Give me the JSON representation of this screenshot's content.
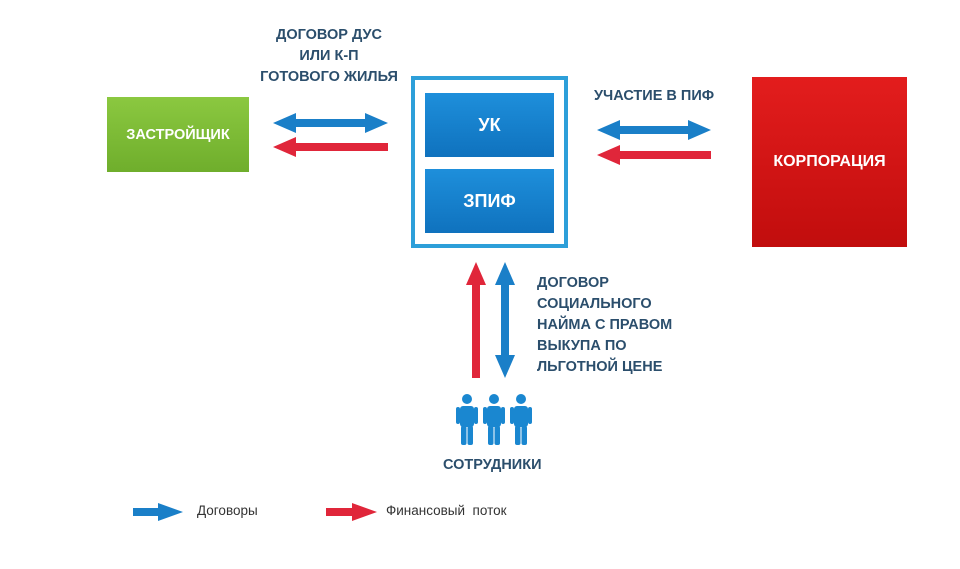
{
  "nodes": {
    "developer": "ЗАСТРОЙЩИК",
    "management_company": "УК",
    "fund": "ЗПИФ",
    "corporation": "КОРПОРАЦИЯ",
    "employees": "СОТРУДНИКИ"
  },
  "edges": {
    "developer_contract": [
      "ДОГОВОР ДУС",
      "ИЛИ К-П",
      "ГОТОВОГО ЖИЛЬЯ"
    ],
    "corporation_participation": "УЧАСТИЕ В ПИФ",
    "employees_contract": [
      "ДОГОВОР",
      "СОЦИАЛЬНОГО",
      "НАЙМА С ПРАВОМ",
      "ВЫКУПА ПО",
      "ЛЬГОТНОЙ ЦЕНЕ"
    ]
  },
  "legend": {
    "contracts": "Договоры",
    "financial_flow": "Финансовый  поток"
  },
  "colors": {
    "contract_arrow": "#1a7fc8",
    "financial_arrow": "#e0263a",
    "developer_fill": "#7cbb35",
    "corporation_fill": "#d41515",
    "fund_fill": "#1580cc",
    "container_border": "#2d9fd9",
    "label_text": "#2b4e6c"
  },
  "icons": {
    "employees": "people-icon"
  }
}
